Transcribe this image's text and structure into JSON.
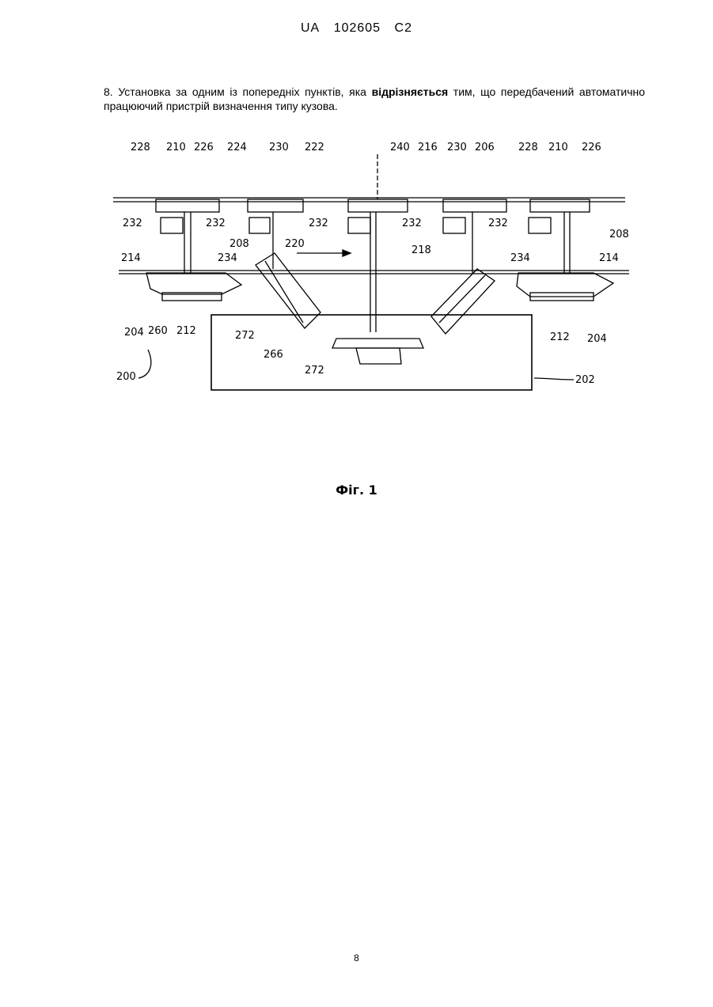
{
  "header": {
    "country": "UA",
    "number": "102605",
    "kind": "C2"
  },
  "claim": {
    "number": "8.",
    "before": "Установка за одним із попередніх пунктів, яка",
    "bold": "відрізняється",
    "after": "тим, що передбачений автоматично працюючий пристрій визначення типу кузова."
  },
  "figure": {
    "labels": [
      "228",
      "210",
      "226",
      "224",
      "230",
      "222",
      "240",
      "216",
      "230",
      "206",
      "228",
      "210",
      "226",
      "232",
      "232",
      "208",
      "232",
      "232",
      "232",
      "208",
      "214",
      "234",
      "220",
      "218",
      "234",
      "214",
      "204",
      "260",
      "212",
      "272",
      "266",
      "272",
      "212",
      "204",
      "200",
      "202"
    ],
    "caption": "Фіг. 1"
  },
  "page_number": "8"
}
